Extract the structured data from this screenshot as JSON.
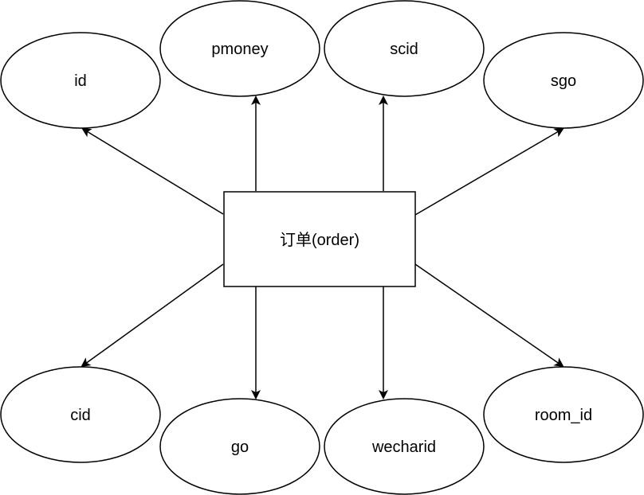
{
  "diagram": {
    "entity": {
      "label": "订单(order)"
    },
    "attributes": [
      {
        "key": "id",
        "label": "id"
      },
      {
        "key": "pmoney",
        "label": "pmoney"
      },
      {
        "key": "scid",
        "label": "scid"
      },
      {
        "key": "sgo",
        "label": "sgo"
      },
      {
        "key": "cid",
        "label": "cid"
      },
      {
        "key": "go",
        "label": "go"
      },
      {
        "key": "wecharid",
        "label": "wecharid"
      },
      {
        "key": "room_id",
        "label": "room_id"
      }
    ]
  }
}
